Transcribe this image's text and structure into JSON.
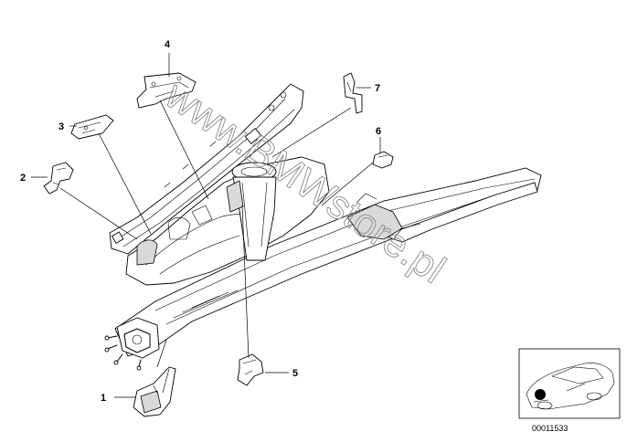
{
  "callouts": [
    {
      "id": "1",
      "label": "1"
    },
    {
      "id": "2",
      "label": "2"
    },
    {
      "id": "3",
      "label": "3"
    },
    {
      "id": "4",
      "label": "4"
    },
    {
      "id": "5",
      "label": "5"
    },
    {
      "id": "6",
      "label": "6"
    },
    {
      "id": "7",
      "label": "7"
    }
  ],
  "watermark": "www.BMWstore.pl",
  "diagram_id": "00011533"
}
